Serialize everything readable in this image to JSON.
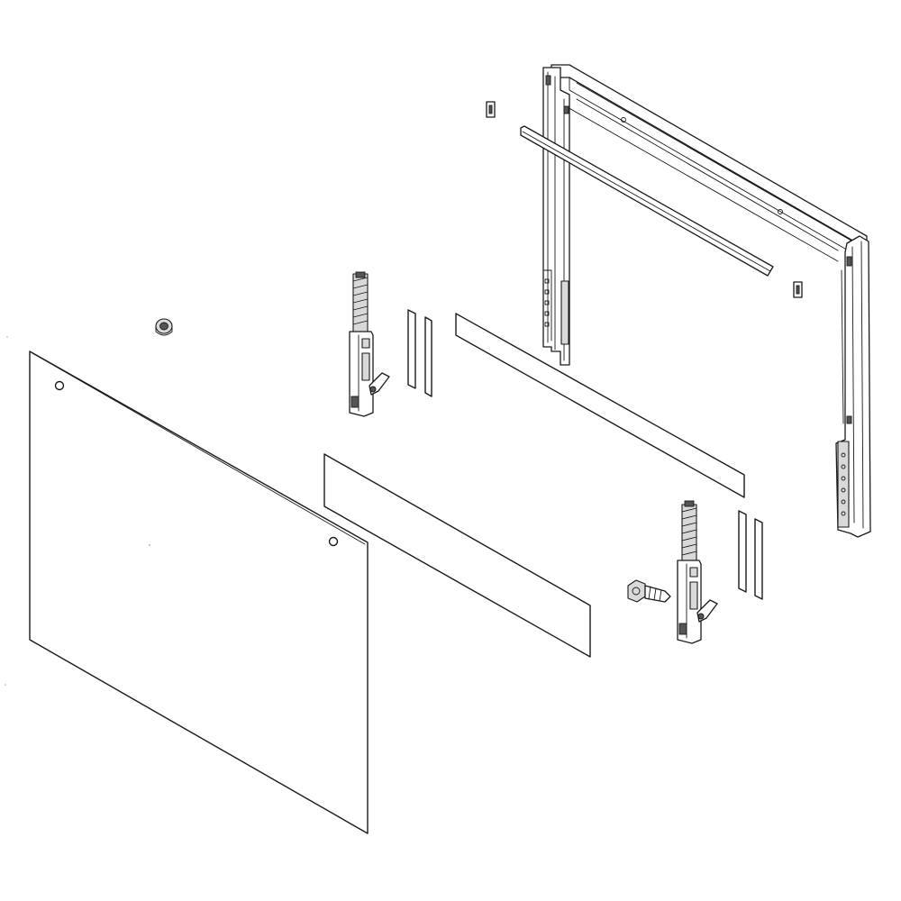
{
  "diagram": {
    "parts": [
      {
        "name": "outer-door-glass-panel",
        "has_mounting_holes": true
      },
      {
        "name": "door-bumper"
      },
      {
        "name": "left-door-hinge"
      },
      {
        "name": "right-door-hinge"
      },
      {
        "name": "left-hinge-spacer-strips"
      },
      {
        "name": "right-hinge-spacer-strips"
      },
      {
        "name": "middle-glass-panel"
      },
      {
        "name": "inner-glass-panel"
      },
      {
        "name": "door-frame-assembly"
      },
      {
        "name": "frame-gasket-strip"
      },
      {
        "name": "frame-clips"
      },
      {
        "name": "mounting-screw"
      }
    ],
    "colors": {
      "line": "#1a1a1a",
      "background": "#ffffff",
      "part_fill_light": "#d9d9d9",
      "part_fill_dark": "#555555"
    }
  }
}
